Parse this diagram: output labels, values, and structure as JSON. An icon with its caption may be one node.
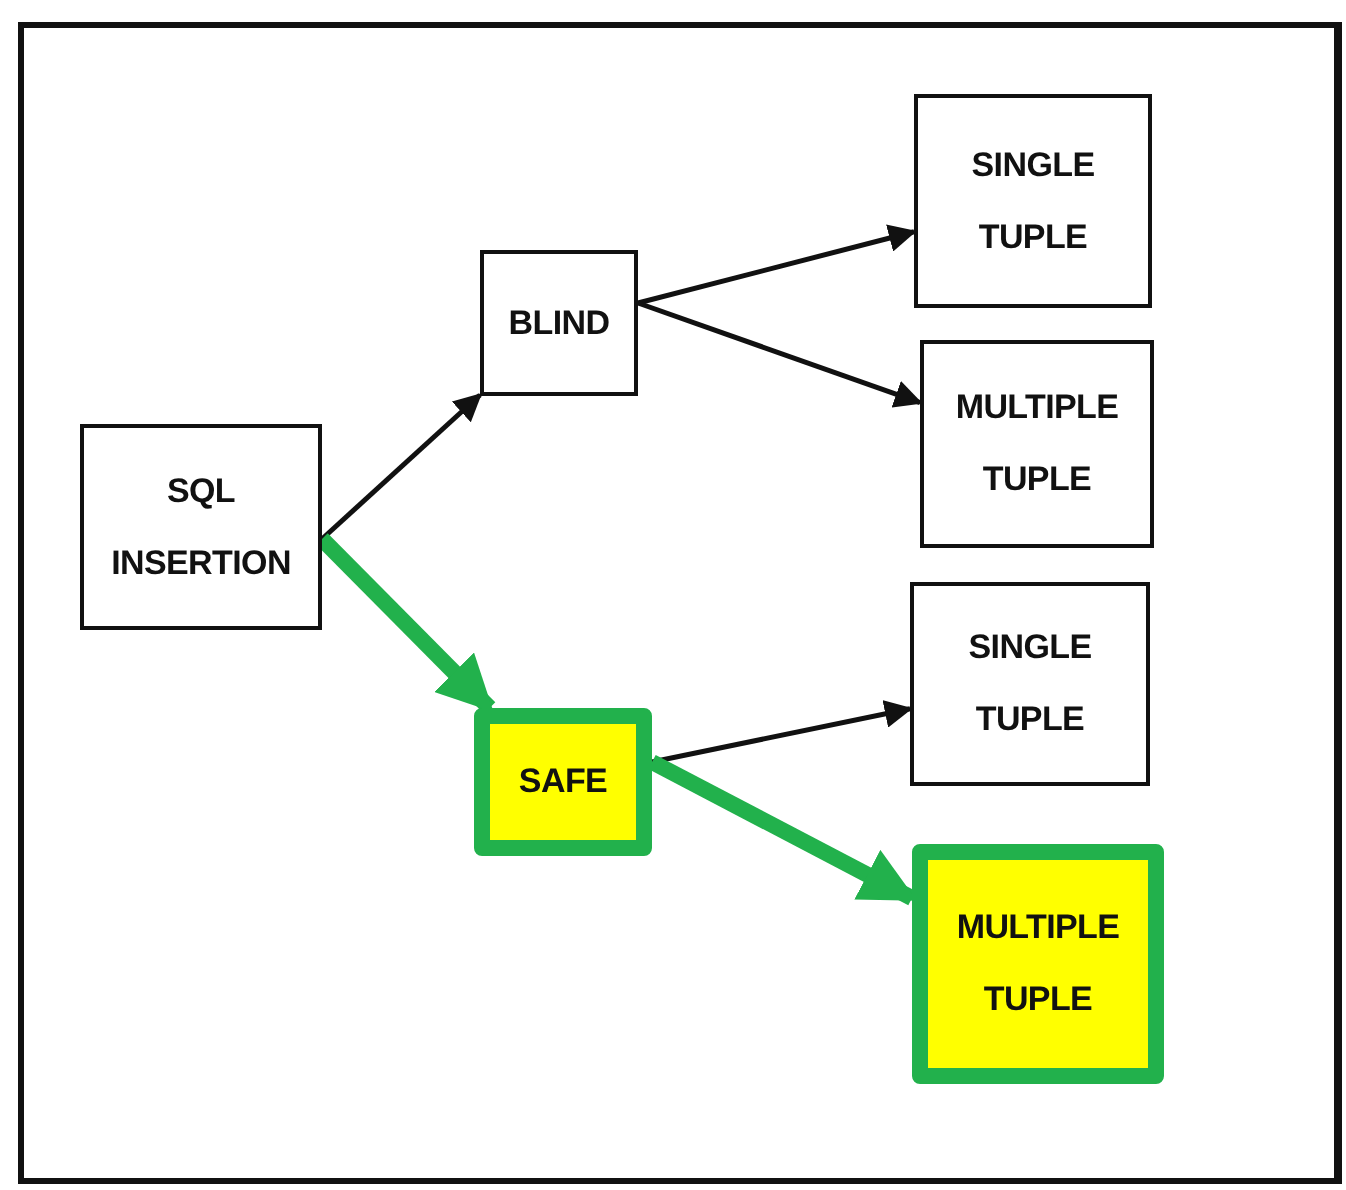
{
  "diagram": {
    "nodes": [
      {
        "text": [
          "SQL INSERTION"
        ]
      },
      {
        "text": [
          "BLIND"
        ]
      },
      {
        "text": [
          "SINGLE TUPLE"
        ]
      },
      {
        "text": [
          "MULTIPLE TUPLE"
        ]
      },
      {
        "text": [
          "SINGLE TUPLE"
        ]
      },
      {
        "text": [
          "SAFE"
        ]
      },
      {
        "text": [
          "MULTIPLE TUPLE"
        ]
      }
    ],
    "edges": [
      {
        "from": 0,
        "to": 1,
        "arrow": "to"
      },
      {
        "from": 1,
        "to": 2,
        "arrow": "to"
      },
      {
        "from": 1,
        "to": 3,
        "arrow": "to"
      },
      {
        "from": 0,
        "to": 5,
        "arrow": "to",
        "style": "thick",
        "color": "#22b14c"
      },
      {
        "from": 5,
        "to": 4,
        "arrow": "to"
      },
      {
        "from": 5,
        "to": 6,
        "arrow": "to",
        "style": "thick",
        "color": "#22b14c"
      }
    ]
  }
}
